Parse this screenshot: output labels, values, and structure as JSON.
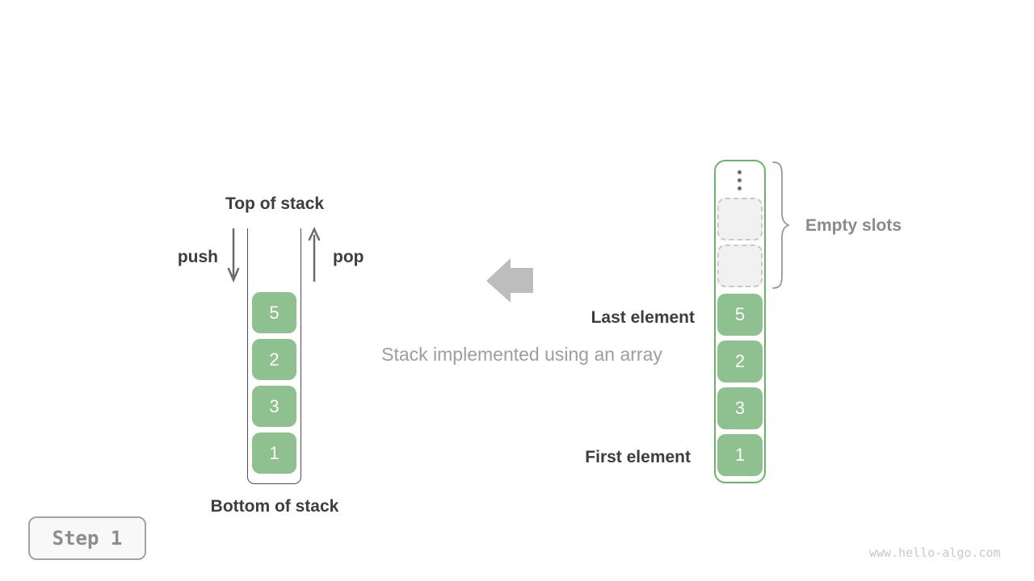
{
  "left_stack": {
    "top_label": "Top of stack",
    "bottom_label": "Bottom of stack",
    "push_label": "push",
    "pop_label": "pop",
    "cells": [
      "5",
      "2",
      "3",
      "1"
    ]
  },
  "caption": "Stack implemented using an array",
  "array_stack": {
    "cells": [
      "5",
      "2",
      "3",
      "1"
    ],
    "empty_slots_count": 2,
    "empty_slots_label": "Empty slots",
    "last_element_label": "Last element",
    "first_element_label": "First element"
  },
  "step_badge": {
    "label": "Step 1"
  },
  "watermark": "www.hello-algo.com",
  "colors": {
    "cell_green": "#8fc08f",
    "array_border_green": "#6ab56a",
    "dark_text": "#3d3d3d",
    "gray_label_text": "#8a8a8a",
    "caption_gray": "#9e9e9e",
    "block_arrow_gray": "#bdbdbd",
    "empty_slot_fill": "#f1f1f1",
    "empty_slot_border": "#c9c9c9",
    "stack_wall": "#4f4f4f",
    "arrow_stroke": "#6b6b6b"
  }
}
